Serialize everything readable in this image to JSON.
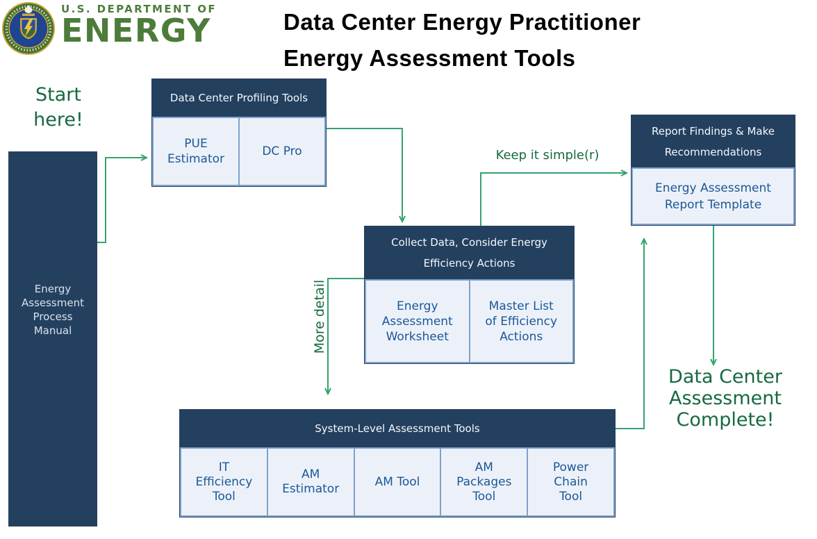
{
  "logo": {
    "dept_line": "U.S. DEPARTMENT OF",
    "energy_line": "ENERGY",
    "seal_icon": "doe-energy-seal"
  },
  "title": {
    "line1": "Data Center Energy Practitioner",
    "line2": "Energy Assessment Tools"
  },
  "annotations": {
    "start": {
      "line1": "Start",
      "line2": "here!"
    },
    "keep_it_simple": "Keep it simple(r)",
    "more_detail": "More detail",
    "complete": {
      "line1": "Data Center",
      "line2": "Assessment",
      "line3": "Complete!"
    }
  },
  "boxes": {
    "manual": {
      "lines": [
        "Energy",
        "Assessment",
        "Process",
        "Manual"
      ]
    },
    "profiling": {
      "header_lines": [
        "Data Center Profiling Tools"
      ],
      "cells": [
        {
          "lines": [
            "PUE",
            "Estimator"
          ]
        },
        {
          "lines": [
            "DC Pro"
          ]
        }
      ]
    },
    "collect": {
      "header_lines": [
        "Collect Data, Consider Energy",
        "Efficiency Actions"
      ],
      "cells": [
        {
          "lines": [
            "Energy",
            "Assessment",
            "Worksheet"
          ]
        },
        {
          "lines": [
            "Master List",
            "of Efficiency",
            "Actions"
          ]
        }
      ]
    },
    "system": {
      "header_lines": [
        "System-Level Assessment Tools"
      ],
      "cells": [
        {
          "lines": [
            "IT",
            "Efficiency",
            "Tool"
          ]
        },
        {
          "lines": [
            "AM",
            "Estimator"
          ]
        },
        {
          "lines": [
            "AM Tool"
          ]
        },
        {
          "lines": [
            "AM",
            "Packages",
            "Tool"
          ]
        },
        {
          "lines": [
            "Power",
            "Chain",
            "Tool"
          ]
        }
      ]
    },
    "report": {
      "header_lines": [
        "Report Findings & Make",
        "Recommendations"
      ],
      "cells": [
        {
          "lines": [
            "Energy Assessment",
            "Report Template"
          ]
        }
      ]
    }
  },
  "colors": {
    "navy": "#24405F",
    "cell_bg": "#ECF1F9",
    "cell_border": "#7EA1CC",
    "cell_text": "#1B5796",
    "arrow": "#34A26F",
    "green_text": "#17693F",
    "logo_green": "#4D7C3A"
  }
}
